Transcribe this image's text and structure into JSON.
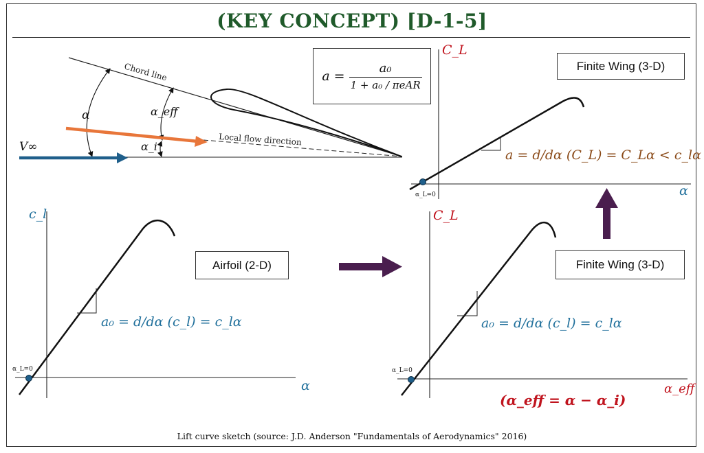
{
  "title": "(KEY CONCEPT) [D-1-5]",
  "caption": "Lift curve sketch (source: J.D. Anderson \"Fundamentals of Aerodynamics\" 2016)",
  "colors": {
    "title": "#1f5a2a",
    "blue": "#1f6f9b",
    "brown": "#8a4a18",
    "red": "#c0141e",
    "orange": "#e8763a",
    "arrow_purple": "#4a1e4e",
    "freestream": "#1f5f8b"
  },
  "airfoil_diagram": {
    "chord_line_label": "Chord line",
    "local_flow_label": "Local flow direction",
    "v_inf_label": "V∞",
    "alpha_label": "α",
    "alpha_eff_label": "α_eff",
    "alpha_i_label": "α_i"
  },
  "formula_box": {
    "lhs": "a =",
    "numerator": "a₀",
    "denominator": "1 + a₀ / πeAR"
  },
  "top_right_plot": {
    "box_label": "Finite Wing (3-D)",
    "y_axis_label": "C_L",
    "x_axis_label": "α",
    "zero_lift_label": "α_L=0",
    "slope_formula": "a = d/dα (C_L) = C_Lα < c_lα"
  },
  "bottom_left_plot": {
    "box_label": "Airfoil (2-D)",
    "y_axis_label": "c_l",
    "x_axis_label": "α",
    "zero_lift_label": "α_L=0",
    "slope_formula": "a₀ = d/dα (c_l) = c_lα"
  },
  "bottom_right_plot": {
    "box_label": "Finite Wing (3-D)",
    "y_axis_label": "C_L",
    "x_axis_label": "α_eff",
    "zero_lift_label": "α_L=0",
    "slope_formula": "a₀ = d/dα (c_l) = c_lα",
    "relation": "(α_eff = α − α_i)"
  }
}
